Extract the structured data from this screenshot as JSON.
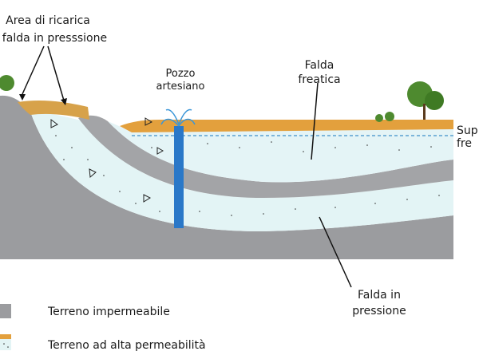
{
  "labels": {
    "recharge_line1": "Area di ricarica",
    "recharge_line2": "la falda in presssione",
    "well_line1": "Pozzo",
    "well_line2": "artesiano",
    "phreatic_line1": "Falda",
    "phreatic_line2": "freatica",
    "confined_line1": "Falda  in",
    "confined_line2": "pressione",
    "right_edge_line1": "Sup",
    "right_edge_line2": "fre"
  },
  "legend": {
    "impermeable": "Terreno impermeabile",
    "permeable": "Terreno ad alta permeabilità"
  },
  "colors": {
    "impermeable": "#a3a3a5",
    "impermeable_dark": "#8e8f92",
    "aquifer": "#e3f4f5",
    "topsoil": "#d7a24a",
    "topsoil_orange": "#e3a03d",
    "water_blue": "#2a78c8",
    "tree_green": "#4e8a2f"
  },
  "icons": [
    "tree-icon",
    "water-fountain-icon",
    "flow-arrow-icon"
  ]
}
